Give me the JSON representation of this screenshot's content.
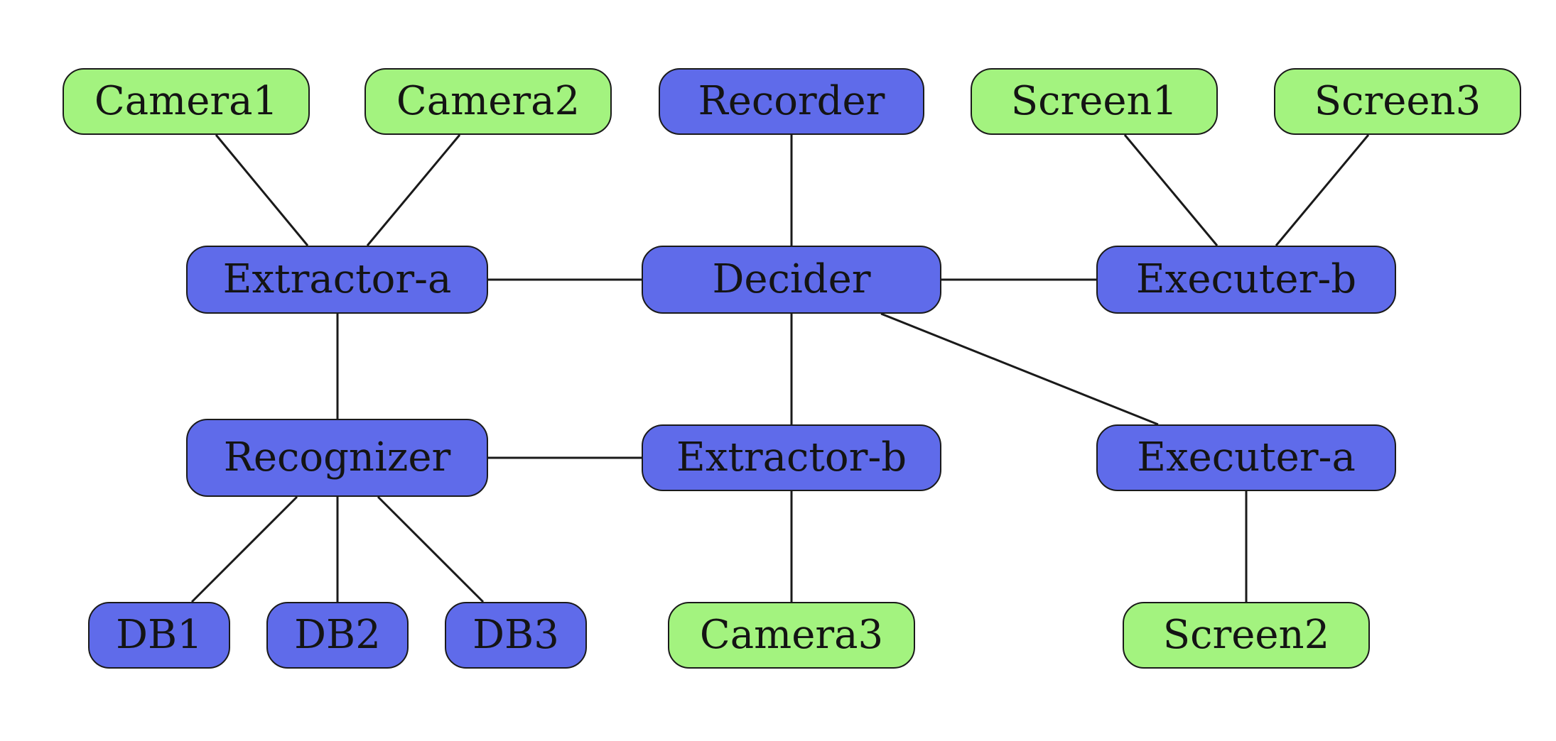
{
  "colors": {
    "component": "#5f6bea",
    "device": "#a3f37f",
    "border": "#1a1a1a"
  },
  "nodes": {
    "camera1": {
      "label": "Camera1",
      "kind": "device"
    },
    "camera2": {
      "label": "Camera2",
      "kind": "device"
    },
    "recorder": {
      "label": "Recorder",
      "kind": "component"
    },
    "screen1": {
      "label": "Screen1",
      "kind": "device"
    },
    "screen3": {
      "label": "Screen3",
      "kind": "device"
    },
    "extractor_a": {
      "label": "Extractor-a",
      "kind": "component"
    },
    "decider": {
      "label": "Decider",
      "kind": "component"
    },
    "executer_b": {
      "label": "Executer-b",
      "kind": "component"
    },
    "recognizer": {
      "label": "Recognizer",
      "kind": "component"
    },
    "extractor_b": {
      "label": "Extractor-b",
      "kind": "component"
    },
    "executer_a": {
      "label": "Executer-a",
      "kind": "component"
    },
    "db1": {
      "label": "DB1",
      "kind": "component"
    },
    "db2": {
      "label": "DB2",
      "kind": "component"
    },
    "db3": {
      "label": "DB3",
      "kind": "component"
    },
    "camera3": {
      "label": "Camera3",
      "kind": "device"
    },
    "screen2": {
      "label": "Screen2",
      "kind": "device"
    }
  },
  "edges": [
    [
      "camera1",
      "extractor_a"
    ],
    [
      "camera2",
      "extractor_a"
    ],
    [
      "recorder",
      "decider"
    ],
    [
      "screen1",
      "executer_b"
    ],
    [
      "screen3",
      "executer_b"
    ],
    [
      "extractor_a",
      "decider"
    ],
    [
      "decider",
      "executer_b"
    ],
    [
      "extractor_a",
      "recognizer"
    ],
    [
      "decider",
      "extractor_b"
    ],
    [
      "decider",
      "executer_a"
    ],
    [
      "recognizer",
      "extractor_b"
    ],
    [
      "recognizer",
      "db1"
    ],
    [
      "recognizer",
      "db2"
    ],
    [
      "recognizer",
      "db3"
    ],
    [
      "extractor_b",
      "camera3"
    ],
    [
      "executer_a",
      "screen2"
    ]
  ]
}
